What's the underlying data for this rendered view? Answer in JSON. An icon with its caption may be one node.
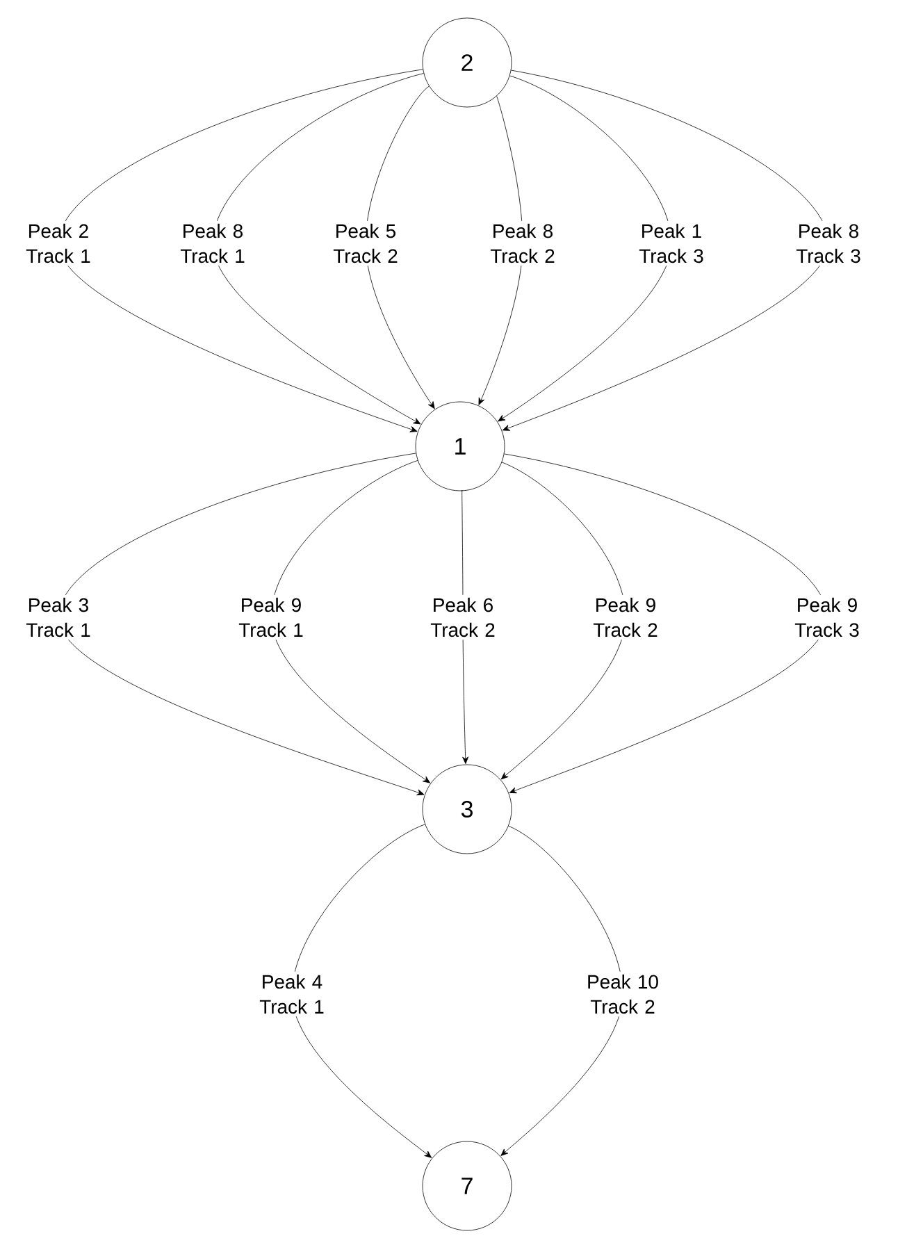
{
  "diagram": {
    "nodes": [
      {
        "text": [
          "2"
        ]
      },
      {
        "text": [
          "1"
        ]
      },
      {
        "text": [
          "3"
        ]
      },
      {
        "text": [
          "7"
        ]
      }
    ],
    "edges": [
      {
        "from": 0,
        "to": 1,
        "arrow": "to",
        "label": "Peak 2 Track 1"
      },
      {
        "from": 0,
        "to": 1,
        "arrow": "to",
        "label": "Peak 8 Track 1"
      },
      {
        "from": 0,
        "to": 1,
        "arrow": "to",
        "label": "Peak 5 Track 2"
      },
      {
        "from": 0,
        "to": 1,
        "arrow": "to",
        "label": "Peak 8 Track 2"
      },
      {
        "from": 0,
        "to": 1,
        "arrow": "to",
        "label": "Peak 1 Track 3"
      },
      {
        "from": 0,
        "to": 1,
        "arrow": "to",
        "label": "Peak 8 Track 3"
      },
      {
        "from": 1,
        "to": 2,
        "arrow": "to",
        "label": "Peak 3 Track 1"
      },
      {
        "from": 1,
        "to": 2,
        "arrow": "to",
        "label": "Peak 9 Track 1"
      },
      {
        "from": 1,
        "to": 2,
        "arrow": "to",
        "label": "Peak 6 Track 2"
      },
      {
        "from": 1,
        "to": 2,
        "arrow": "to",
        "label": "Peak 9 Track 2"
      },
      {
        "from": 1,
        "to": 2,
        "arrow": "to",
        "label": "Peak 9 Track 3"
      },
      {
        "from": 2,
        "to": 3,
        "arrow": "to",
        "label": "Peak 4 Track 1"
      },
      {
        "from": 2,
        "to": 3,
        "arrow": "to",
        "label": "Peak 10 Track 2"
      }
    ]
  }
}
